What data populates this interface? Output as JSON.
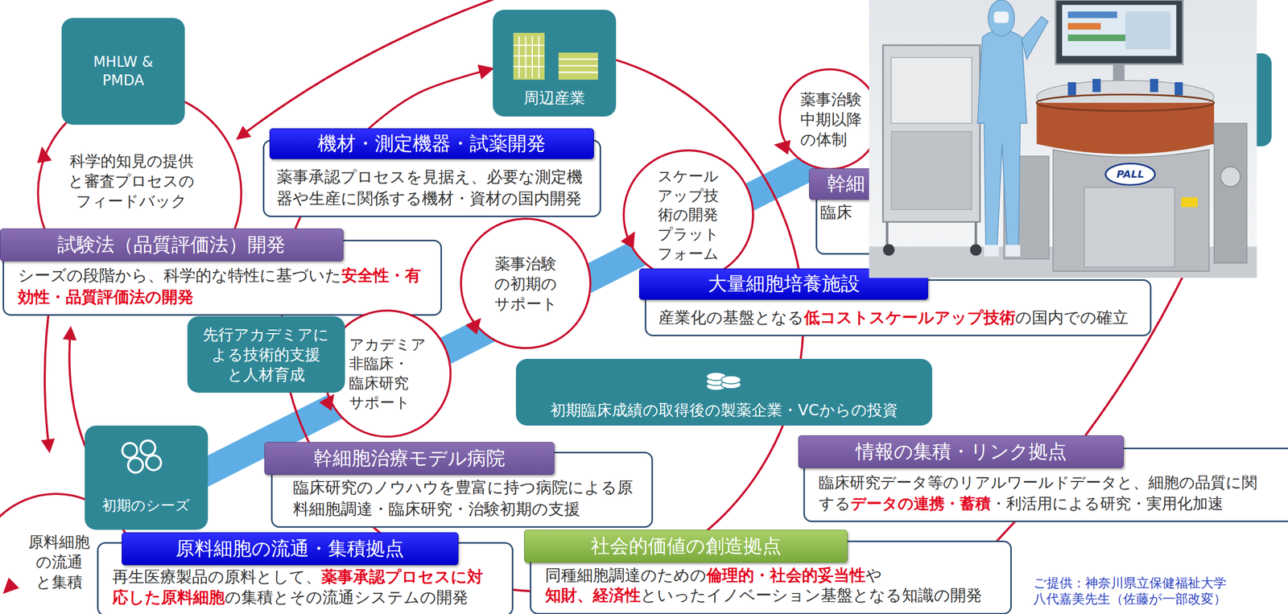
{
  "diagram": {
    "nodes": [
      {
        "text": [
          "MHLW & PMDA"
        ]
      },
      {
        "text": [
          "周辺産業"
        ]
      },
      {
        "text": [
          "薬事治験中期以降の体制"
        ]
      },
      {
        "text": [
          "幹細",
          "臨床"
        ]
      },
      {
        "text": [
          "科学的知見の提供と審査プロセスのフィードバック"
        ]
      },
      {
        "text": [
          "機材・測定機器・試薬開発",
          "薬事承認プロセスを見据え、必要な測定機器や生産に関係する機材・資材の国内開発"
        ]
      },
      {
        "text": [
          "スケールアップ技術の開発プラットフォーム"
        ]
      },
      {
        "text": [
          "試験法（品質評価法）開発",
          "シーズの段階から、科学的な特性に基づいた安全性・有効性・品質評価法の開発"
        ]
      },
      {
        "text": [
          "薬事治験の初期のサポート"
        ]
      },
      {
        "text": [
          "大量細胞培養施設",
          "産業化の基盤となる低コストスケールアップ技術の国内での確立"
        ]
      },
      {
        "text": [
          "先行アカデミアによる技術的支援と人材育成"
        ]
      },
      {
        "text": [
          "アカデミア非臨床・臨床研究サポート"
        ]
      },
      {
        "text": [
          "初期臨床成績の取得後の製薬企業・VCからの投資"
        ]
      },
      {
        "text": [
          "初期のシーズ"
        ]
      },
      {
        "text": [
          "幹細胞治療モデル病院",
          "臨床研究のノウハウを豊富に持つ病院による原料細胞調達・臨床研究・治験初期の支援"
        ]
      },
      {
        "text": [
          "情報の集積・リンク拠点",
          "臨床研究データ等のリアルワールドデータと、細胞の品質に関するデータの連携・蓄積・利活用による研究・実用化加速"
        ]
      },
      {
        "text": [
          "原料細胞の流通と集積"
        ]
      },
      {
        "text": [
          "原料細胞の流通・集積拠点",
          "再生医療製品の原料として、薬事承認プロセスに対応した原料細胞の集積とその流通システムの開発"
        ]
      },
      {
        "text": [
          "社会的価値の創造拠点",
          "同種細胞調達のための倫理的・社会的妥当性や知財、経済性といったイノベーション基盤となる知識の開発"
        ]
      }
    ],
    "edges": [
      {
        "from": 10,
        "to": 1,
        "arrow": "to"
      }
    ],
    "labels": [
      "PALL",
      "ご提供：神奈川県立保健福祉大学 八代嘉美先生（佐藤が一部改変）"
    ]
  }
}
